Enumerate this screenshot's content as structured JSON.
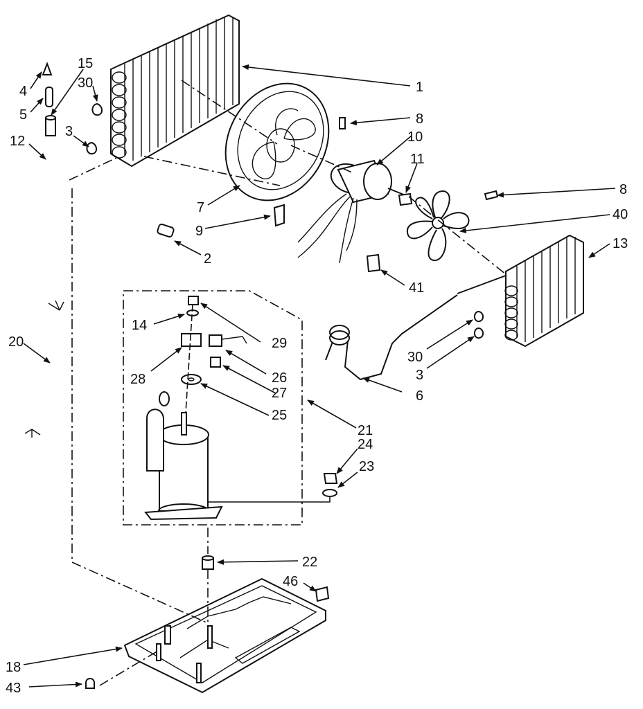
{
  "labels": {
    "l1": "1",
    "l2": "2",
    "l3a": "3",
    "l3b": "3",
    "l4": "4",
    "l5": "5",
    "l6": "6",
    "l7": "7",
    "l8a": "8",
    "l8b": "8",
    "l9": "9",
    "l10": "10",
    "l11": "11",
    "l12": "12",
    "l13": "13",
    "l14": "14",
    "l15": "15",
    "l18": "18",
    "l20": "20",
    "l21": "21",
    "l22": "22",
    "l23": "23",
    "l24": "24",
    "l25": "25",
    "l26": "26",
    "l27": "27",
    "l28": "28",
    "l29": "29",
    "l30a": "30",
    "l30b": "30",
    "l40": "40",
    "l41": "41",
    "l43": "43",
    "l46": "46"
  }
}
